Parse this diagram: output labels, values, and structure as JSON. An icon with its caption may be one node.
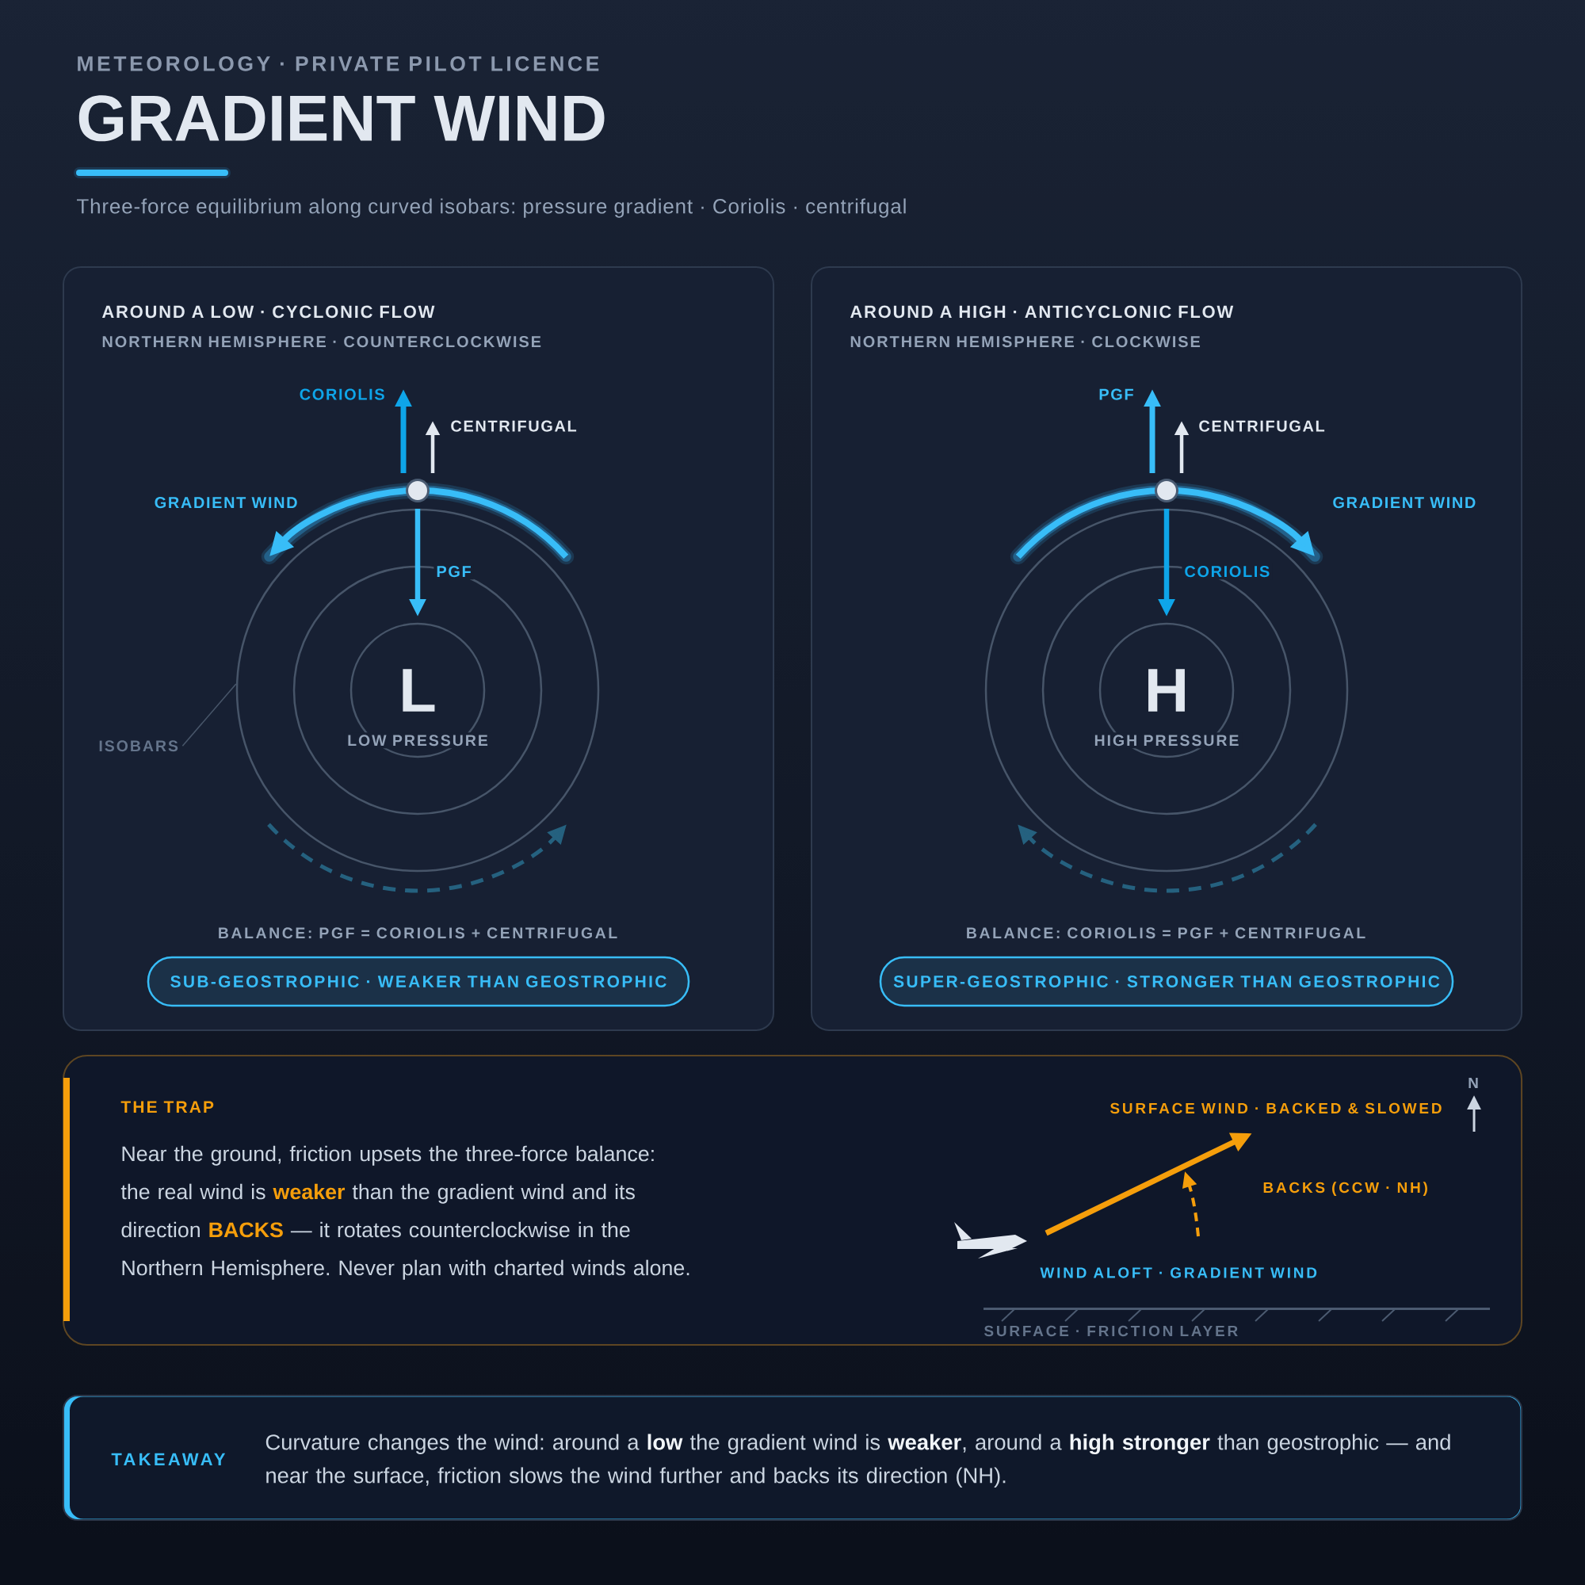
{
  "diagram": {
    "title": "GRADIENT WIND",
    "nodes": [
      {
        "text": [
          "AROUND A LOW · CYCLONIC FLOW",
          "NORTHERN HEMISPHERE · COUNTERCLOCKWISE",
          "BALANCE: PGF = CORIOLIS + CENTRIFUGAL"
        ]
      },
      {
        "text": [],
        "shape": "circle",
        "in": 0
      },
      {
        "text": [],
        "shape": "circle",
        "in": 1
      },
      {
        "text": [
          "L",
          "LOW PRESSURE"
        ],
        "in": 2
      },
      {
        "text": [
          "ISOBARS"
        ],
        "in": 0
      },
      {
        "text": [
          "SUB-GEOSTROPHIC · WEAKER THAN GEOSTROPHIC"
        ],
        "in": 0
      },
      {
        "text": [
          "AROUND A HIGH · ANTICYCLONIC FLOW",
          "NORTHERN HEMISPHERE · CLOCKWISE",
          "BALANCE: CORIOLIS = PGF + CENTRIFUGAL"
        ]
      },
      {
        "text": [],
        "shape": "circle",
        "in": 6
      },
      {
        "text": [],
        "shape": "circle",
        "in": 7
      },
      {
        "text": [
          "H",
          "HIGH PRESSURE"
        ],
        "in": 8
      },
      {
        "text": [
          "SUPER-GEOSTROPHIC · STRONGER THAN GEOSTROPHIC"
        ],
        "in": 6
      },
      {
        "text": [
          "THE TRAP",
          "Near the ground, friction upsets the three-force balance: the real wind is **weaker** than the gradient wind and its direction **BACKS** — it rotates counterclockwise in the Northern Hemisphere. Never plan with charted winds alone."
        ]
      },
      {
        "text": [
          "TAKEAWAY",
          "Curvature changes the wind: around a **low** the gradient wind is **weaker**, around a **high stronger** than geostrophic — and near the surface, friction slows the wind further and backs its direction (NH)."
        ]
      }
    ],
    "edges": [
      {
        "from": 4,
        "to": 1,
        "arrow": "none"
      }
    ],
    "labels": [
      "METEOROLOGY · PRIVATE PILOT LICENCE",
      "Three-force equilibrium along curved isobars: pressure gradient · Coriolis · centrifugal",
      "CORIOLIS",
      "CENTRIFUGAL",
      "GRADIENT WIND",
      "PGF",
      "PGF",
      "CENTRIFUGAL",
      "GRADIENT WIND",
      "CORIOLIS",
      "N",
      "SURFACE WIND · BACKED & SLOWED",
      "BACKS (CCW · NH)",
      "WIND ALOFT · GRADIENT WIND",
      "SURFACE · FRICTION LAYER"
    ]
  }
}
